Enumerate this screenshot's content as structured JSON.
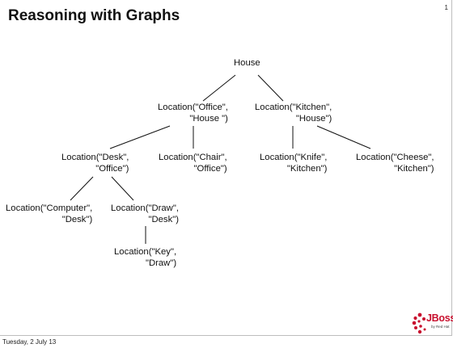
{
  "slide": {
    "title": "Reasoning with Graphs",
    "number": "1",
    "footer_date": "Tuesday, 2 July 13"
  },
  "logo": {
    "brand": "JBoss",
    "sub": "by Red Hat",
    "color": "#c8102e"
  },
  "nodes": {
    "house": {
      "line1": "House",
      "line2": ""
    },
    "office": {
      "line1": "Location(\"Office\",",
      "line2": "\"House \")"
    },
    "kitchen": {
      "line1": "Location(\"Kitchen\",",
      "line2": "\"House\")"
    },
    "desk": {
      "line1": "Location(\"Desk\",",
      "line2": "\"Office\")"
    },
    "chair": {
      "line1": "Location(\"Chair\",",
      "line2": "\"Office\")"
    },
    "knife": {
      "line1": "Location(\"Knife\",",
      "line2": "\"Kitchen\")"
    },
    "cheese": {
      "line1": "Location(\"Cheese\",",
      "line2": "\"Kitchen\")"
    },
    "computer": {
      "line1": "Location(\"Computer\",",
      "line2": "\"Desk\")"
    },
    "draw": {
      "line1": "Location(\"Draw\",",
      "line2": "\"Desk\")"
    },
    "key": {
      "line1": "Location(\"Key\",",
      "line2": "\"Draw\")"
    }
  },
  "edges": [
    [
      "house",
      "office"
    ],
    [
      "house",
      "kitchen"
    ],
    [
      "office",
      "desk"
    ],
    [
      "office",
      "chair"
    ],
    [
      "kitchen",
      "knife"
    ],
    [
      "kitchen",
      "cheese"
    ],
    [
      "desk",
      "computer"
    ],
    [
      "desk",
      "draw"
    ],
    [
      "draw",
      "key"
    ]
  ]
}
